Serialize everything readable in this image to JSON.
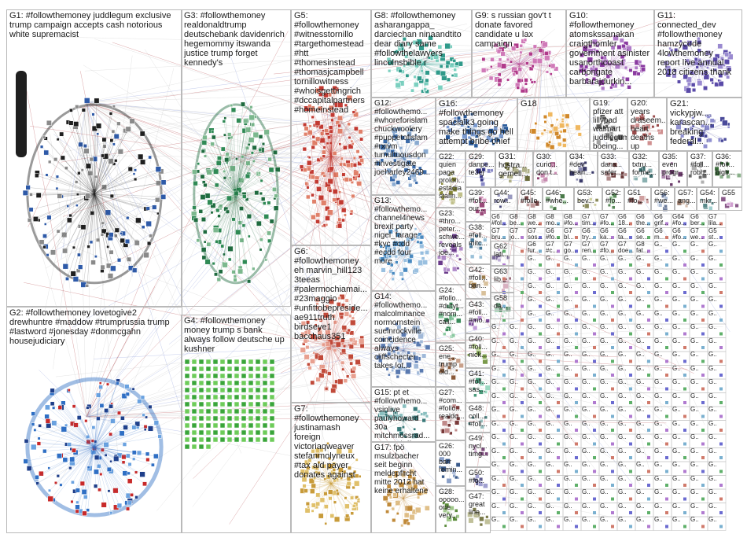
{
  "title": "#followthemoney Twitter NodeXL SNA Map",
  "edge_colors": {
    "red": "#b0383b",
    "gray": "#c4c4c4",
    "blue": "#7d8fd4"
  },
  "groups": [
    {
      "id": "G1",
      "label": "G1: #followthemoney juddlegum exclusive\ntrump campaign accepts cash notorious\nwhite supremacist",
      "colors": [
        "#1f1f1f",
        "#2e5aa8",
        "#8a8a8a"
      ]
    },
    {
      "id": "G2",
      "label": "G2: #followthemoney lovetogive2\ndrewhuntre #maddow #trumprussia trump\n#lastword #jonesday #donmcgahn\nhousejudiciary",
      "colors": [
        "#2f6fc4",
        "#1f3f8a",
        "#6aa2e0",
        "#c82a2a"
      ]
    },
    {
      "id": "G3",
      "label": "G3: #followthemoney\nrealdonaldtrump\ndeutschebank davidenrich\nhegemommy itswanda\njustice trump forget\nkennedy's",
      "colors": [
        "#1f6b3f",
        "#2f8a55",
        "#7cb88e"
      ]
    },
    {
      "id": "G4",
      "label": "G4: #followthemoney\nmoney trump s bank\nalways follow deutsche up\nkushner",
      "colors": [
        "#3aa53a",
        "#6ecc5a"
      ]
    },
    {
      "id": "G5",
      "label": "G5:\n#followthemoney\n#witnesstornillo\n#targethomestead\n#htt\n#thomesinstead\n#thomasjcampbell\ntornillowitness\n#whoisgettingrich\n#dccapitalpartners\n#homeinstead",
      "colors": [
        "#c23a32",
        "#e0806a"
      ]
    },
    {
      "id": "G6",
      "label": "G6:\n#followthemoney\neh marvin_hill123\n3teeas\n#palermochiamai...\n#23maggio\n#unfittobepreside...\nae911truth\nbirdseye1\nbacchaus351",
      "colors": [
        "#c14a3a",
        "#e8a090"
      ]
    },
    {
      "id": "G7",
      "label": "G7:\n#followthemoney\njustinamash\nforeign\nvictoriaqweaver\nstefanmolyneux\n#tax aid payer\ndonates against",
      "colors": [
        "#c89b3a",
        "#e0c06a"
      ]
    },
    {
      "id": "G8",
      "label": "G8: #followthemoney\nasharangappa_\ndarciechan ninaandtito\ndear diary same\n#followthelawyers\nlincolnsbible r",
      "colors": [
        "#2f9a8a",
        "#7cd0c0"
      ]
    },
    {
      "id": "G9",
      "label": "G9: s russian gov't t\ndonate favored\ncandidate u lax\ncampaign",
      "colors": [
        "#b03a8a",
        "#d07ab8"
      ]
    },
    {
      "id": "G10",
      "label": "G10:\n#followthemoney\natomskssanakan\ncraigthomler\ngovernment asinister\nusanorthcoast\ncarbongate\nbarbarajdurkin...",
      "colors": [
        "#8a3aa0",
        "#b07ac8"
      ]
    },
    {
      "id": "G11",
      "label": "G11:\nconnected_dev\n#followthemoney\nhamzycode\n4lowthemoney\nreport live annual\n2018 citizens thank",
      "colors": [
        "#5a4aa8",
        "#9a8ad0"
      ]
    },
    {
      "id": "G12",
      "label": "G12:\n#followthemo...\n#whoreforislam\nchuckwoolery\n#puppetofislam\n#rxivm\ntumultuousdon\n#investigate\njoeharley2469...",
      "colors": [
        "#3a6aa8",
        "#8aaad0"
      ]
    },
    {
      "id": "G13",
      "label": "G13:\n#followthemo...\nchannel4news\nbrexit party\nnigel_farage\n#kyc #cdd\n#ecdd four\nmore",
      "colors": [
        "#4a8ac0",
        "#9ac0e0"
      ]
    },
    {
      "id": "G14",
      "label": "G14:\n#followthemo...\nmalcolmnance\nnormornstein\nsueinrockville\ncoincidence\nalways\ncliffschecter\ntakes lot...",
      "colors": [
        "#5a7ab0",
        "#a0b8d8"
      ]
    },
    {
      "id": "G15",
      "label": "G15: pt et\n#followthemo...\nvsinlive\npaulyhoward\n30a\nmitchmossrad...\n7a 12p jeff",
      "colors": [
        "#3a7a7a",
        "#8ac0c0"
      ]
    },
    {
      "id": "G16",
      "label": "G16:\n#followthemoney\nspacialk3 going\nmake things go hell\nattempt bribe chief",
      "colors": [
        "#2a5a9a",
        "#7a9ad0"
      ]
    },
    {
      "id": "G17",
      "label": "G17: fpö\nmsulzbacher\nseit beginn\nmeldepflicht\nmitte 2012 hat\nkeine erhaltene",
      "colors": [
        "#c08a3a",
        "#e0c08a"
      ]
    },
    {
      "id": "G18",
      "label": "G18",
      "colors": [
        "#d0882a",
        "#f0b860"
      ]
    },
    {
      "id": "G19",
      "label": "G19: pfizer att\nlillypad\nwalmart\njuddlegum\nboeing...",
      "colors": [
        "#5a5a5a",
        "#a0a0a0"
      ]
    },
    {
      "id": "G20",
      "label": "G20: years\ndraseem...\nheart\ndeaths up\nfirst time...",
      "colors": [
        "#9a4a4a",
        "#d09090"
      ]
    },
    {
      "id": "G21",
      "label": "G21:\nvickypjw...\nkarascan...\nbreaking\nfederal...",
      "colors": [
        "#4a4a9a",
        "#9090d0"
      ]
    },
    {
      "id": "G22",
      "label": "G22:\nquien\npaga\nprolon...\nestadia\nstalin...",
      "colors": [
        "#8a8a3a",
        "#c0c08a"
      ]
    },
    {
      "id": "G23",
      "label": "G23:\n#thro...\npeter...\nschwe...\nreveals\njoe...",
      "colors": [
        "#6a3a8a",
        "#b08ac8"
      ]
    },
    {
      "id": "G24",
      "label": "G24:\n#follo...\n#dutyt...\n#nom...\ncall...",
      "colors": [
        "#3a8a5a",
        "#8ac8a0"
      ]
    },
    {
      "id": "G25",
      "label": "G25:\nene...\ntrump\nold...",
      "colors": [
        "#8a5a3a",
        "#c8a08a"
      ]
    },
    {
      "id": "G26",
      "label": "G26:\n000\nbarr\nremin...",
      "colors": [
        "#3a5a8a",
        "#8aa0c8"
      ]
    },
    {
      "id": "G27",
      "label": "G27:\n#com...\n#follo...\nrealdo...",
      "colors": [
        "#7a3a3a",
        "#c08a8a"
      ]
    },
    {
      "id": "G28",
      "label": "G28:\nooooo...\none\nvery...",
      "colors": [
        "#5a8a3a",
        "#a0c88a"
      ]
    },
    {
      "id": "G29",
      "label": "G29:\ndanpe...\nte3ej",
      "colors": [
        "#3a3a8a",
        "#8a8ac8"
      ]
    },
    {
      "id": "G30",
      "label": "G30:\ncurio...\ndon t...",
      "colors": [
        "#8a3a6a",
        "#c88ab0"
      ]
    },
    {
      "id": "G31",
      "label": "G31:\nhcstra...\ngemell...",
      "colors": [
        "#6a6a3a",
        "#b0b08a"
      ]
    },
    {
      "id": "G32",
      "label": "G32:\ntxtru...\nforme...",
      "colors": [
        "#3a6a6a",
        "#8ab0b0"
      ]
    },
    {
      "id": "G33",
      "label": "G33:\ndans...\nsafer...",
      "colors": [
        "#6a3a3a",
        "#b08a8a"
      ]
    },
    {
      "id": "G34",
      "label": "G34:\n#dev\nheari...",
      "colors": [
        "#3a3a6a",
        "#8a8ab0"
      ]
    },
    {
      "id": "G35",
      "label": "G35:\neven\nprogr...",
      "colors": [
        "#6a3a6a",
        "#b08ab0"
      ]
    },
    {
      "id": "G36",
      "label": "G36:\n#foll...\nbigtr...",
      "colors": [
        "#3a6a3a",
        "#8ab08a"
      ]
    },
    {
      "id": "G37",
      "label": "G37:\n#foll...\nrobh...",
      "colors": [
        "#6a6a6a",
        "#b0b0b0"
      ]
    },
    {
      "id": "G38",
      "label": "G38:\n#foll...\nmitc...",
      "colors": [
        "#4a7a9a",
        "#9ac0d8"
      ]
    },
    {
      "id": "G39",
      "label": "G39:\n#foll...\nour...",
      "colors": [
        "#9a4a7a",
        "#d89ac0"
      ]
    },
    {
      "id": "G40",
      "label": "G40:\n#foll...\nnick...",
      "colors": [
        "#7a9a4a",
        "#c0d89a"
      ]
    },
    {
      "id": "G41",
      "label": "G41:\n#foll...\nsas...",
      "colors": [
        "#4a9a7a",
        "#9ad8c0"
      ]
    },
    {
      "id": "G42",
      "label": "G42:\n#foll...\nban...",
      "colors": [
        "#9a7a4a",
        "#d8c09a"
      ]
    },
    {
      "id": "G43",
      "label": "G43:\n#foll...\n#mo...",
      "colors": [
        "#7a4a9a",
        "#c09ad8"
      ]
    },
    {
      "id": "G44",
      "label": "G44:\nrow...",
      "colors": [
        "#4a4a7a",
        "#9a9ac0"
      ]
    },
    {
      "id": "G45",
      "label": "G45:\n#follo...",
      "colors": [
        "#7a4a4a",
        "#c09a9a"
      ]
    },
    {
      "id": "G46",
      "label": "G46:\n#whe...",
      "colors": [
        "#4a7a4a",
        "#9ac09a"
      ]
    },
    {
      "id": "G47",
      "label": "G47:\ngreat\nline...",
      "colors": [
        "#7a7a4a",
        "#c0c09a"
      ]
    },
    {
      "id": "G48",
      "label": "G48:\ncoll...\n#foll...",
      "colors": [
        "#4a7a7a",
        "#9ac0c0"
      ]
    },
    {
      "id": "G49",
      "label": "G49:\nnycl...\ntimg...",
      "colors": [
        "#7a4a7a",
        "#c09ac0"
      ]
    },
    {
      "id": "G50",
      "label": "G50:\n#fo...",
      "colors": [
        "#5a5a8a",
        "#a0a0d0"
      ]
    },
    {
      "id": "G51",
      "label": "G51\n#fo...",
      "colors": [
        "#8a5a5a",
        "#d0a0a0"
      ]
    },
    {
      "id": "G52",
      "label": "G52:\n#fo...",
      "colors": [
        "#5a8a5a",
        "#a0d0a0"
      ]
    },
    {
      "id": "G53",
      "label": "G53:\nbev...",
      "colors": [
        "#8a8a5a",
        "#d0d0a0"
      ]
    },
    {
      "id": "G54",
      "label": "G54:\nmkr...",
      "colors": [
        "#5a8a8a",
        "#a0d0d0"
      ]
    },
    {
      "id": "G55",
      "label": "G55",
      "colors": [
        "#8a5a8a",
        "#d0a0d0"
      ]
    },
    {
      "id": "G56",
      "label": "G56:\n#we...",
      "colors": [
        "#6a7a9a",
        "#b0c0d8"
      ]
    },
    {
      "id": "G57",
      "label": "G57:\nang...",
      "colors": [
        "#9a7a6a",
        "#d8c0b0"
      ]
    },
    {
      "id": "G58",
      "label": "G58\nda...",
      "colors": [
        "#6a9a7a",
        "#b0d8c0"
      ]
    },
    {
      "id": "G62",
      "label": "G62\nlati...",
      "colors": [
        "#7a6a9a",
        "#c0b0d8"
      ]
    },
    {
      "id": "G63",
      "label": "G63\nlib...",
      "colors": [
        "#9a6a7a",
        "#d8b0c0"
      ]
    }
  ],
  "mini_labels": [
    "G6\n#fol...",
    "G8\nbe...",
    "G8\nwe...",
    "G8\nmo...",
    "G8\n#fo...",
    "G7\ntim...",
    "G7\n#fo...",
    "G6\n18...",
    "G6\nthe...",
    "G6\ngrif...",
    "G64\n#fo...",
    "G6\nber...",
    "G7\nlila...",
    "G7\nbru...",
    "G7\njo...",
    "G7\nsos...",
    "G6\n#fo...",
    "G7\nbl...",
    "G6\ntry...",
    "G6\nka...",
    "G6\nta...",
    "G6\nse...",
    "G6\nm...",
    "G6\n#fo...",
    "G7\nwe...",
    "G5\nst...",
    "G6\nfur...",
    "G5\nsto...",
    "G6\nfur...",
    "G7\n#c...",
    "G7\ngo...",
    "G7\nren...",
    "G7\n#fo...",
    "G7\ndoe...",
    "G8\nfat..."
  ],
  "tiny_glyph": "G.."
}
